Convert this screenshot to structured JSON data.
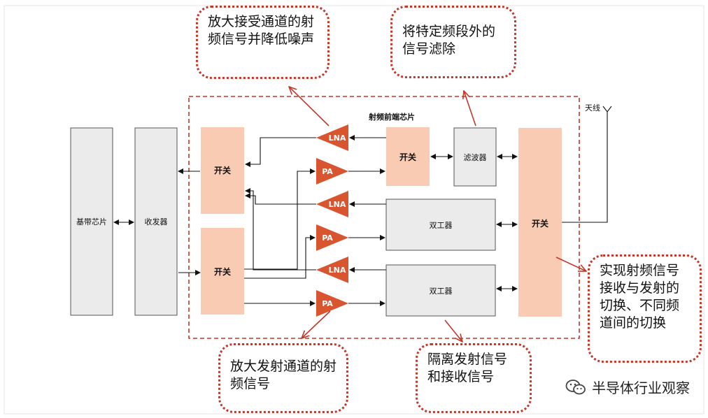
{
  "diagram": {
    "title": "射频前端芯片",
    "antenna_label": "天线",
    "baseband": "基带芯片",
    "transceiver": "收发器",
    "switch_label": "开关",
    "filter_label": "滤波器",
    "duplexer_label": "双工器",
    "lna_label": "LNA",
    "pa_label": "PA"
  },
  "callouts": {
    "lna": "放大接受通道的射频信号并降低噪声",
    "filter": "将特定频段外的信号滤除",
    "switch": "实现射频信号接收与发射的切换、不同频道间的切换",
    "pa": "放大发射通道的射频信号",
    "duplexer": "隔离发射信号和接收信号"
  },
  "watermark": "半导体行业观察",
  "colors": {
    "accent": "#c0392b",
    "amp_fill": "#d9552f",
    "switch_fill": "#f9cbb2",
    "block_fill": "#ebebeb"
  }
}
